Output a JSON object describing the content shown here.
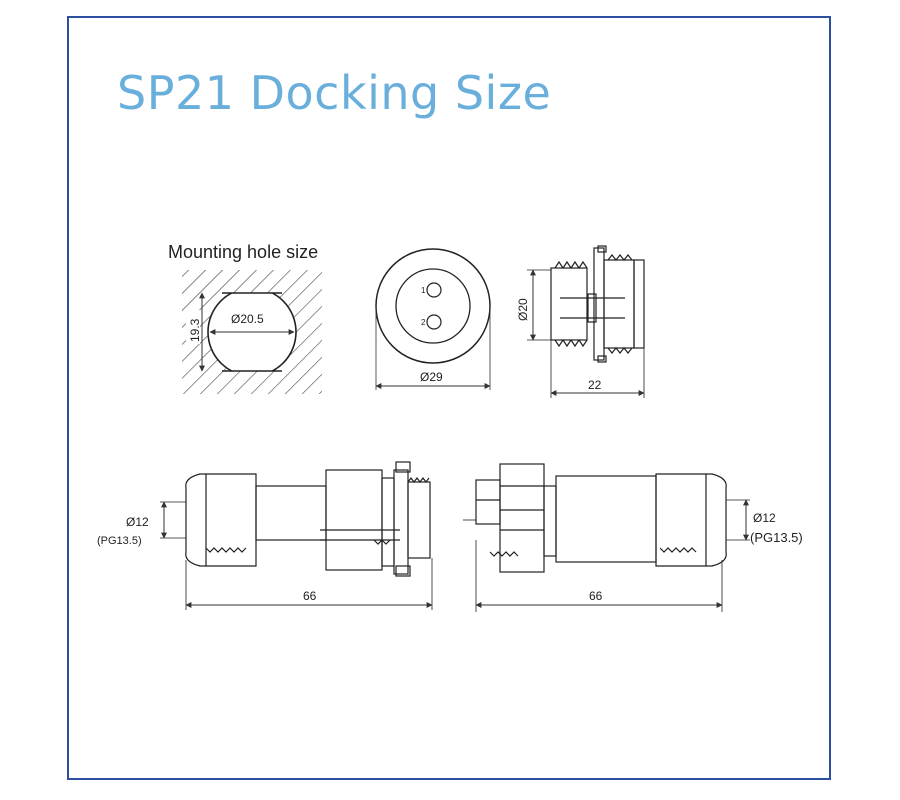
{
  "title": "SP21 Docking Size",
  "mounting": {
    "label": "Mounting hole size",
    "dia": "Ø20.5",
    "flat": "19.3"
  },
  "front": {
    "dia": "Ø29",
    "pin1": "1",
    "pin2": "2"
  },
  "side": {
    "dia": "Ø20",
    "length": "22"
  },
  "plug": {
    "dia": "Ø12",
    "thread": "(PG13.5)",
    "length": "66"
  },
  "socket": {
    "dia": "Ø12",
    "thread": "(PG13.5)",
    "length": "66"
  },
  "colors": {
    "title": "#6aafdc",
    "frame": "#2d4fa3",
    "line": "#333333"
  }
}
